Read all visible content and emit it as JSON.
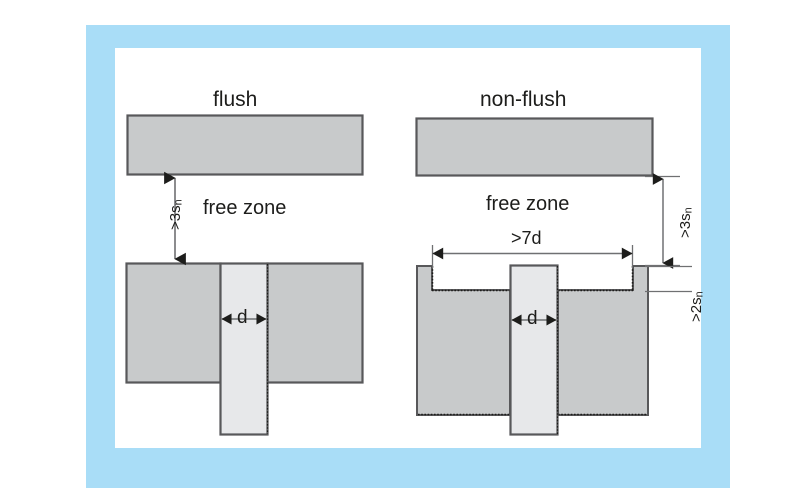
{
  "figure": {
    "type": "technical-diagram",
    "subject": "Mounting free-zone requirements for flush and non-flush inductive sensors",
    "background_color": "#ffffff",
    "frame_color": "#a9ddf7",
    "canvas_color": "#ffffff",
    "block_fill": "#c8cacb",
    "probe_fill": "#e7e8ea",
    "outline_color": "#58585a",
    "dim_color": "#1d1d1b"
  },
  "panels": [
    {
      "id": "flush",
      "title": "flush",
      "free_zone_label": "free zone",
      "vertical_clearance": {
        "text": ">3s",
        "sub": "n",
        "full": ">3sn",
        "rotated": true
      },
      "probe_label": "d",
      "has_recess": false
    },
    {
      "id": "non-flush",
      "title": "non-flush",
      "free_zone_label": "free zone",
      "vertical_clearance": {
        "text": ">3s",
        "sub": "n",
        "full": ">3sn",
        "rotated": true
      },
      "lateral_clearance": {
        "text": ">7d",
        "full": ">7d",
        "rotated": false
      },
      "recess_depth": {
        "text": ">2s",
        "sub": "n",
        "full": ">2sn",
        "rotated": true
      },
      "probe_label": "d",
      "has_recess": true
    }
  ],
  "labels": {
    "flush_title": "flush",
    "nonflush_title": "non-flush",
    "free_zone_left": "free zone",
    "free_zone_right": "free zone",
    "d_left": "d",
    "d_right": "d",
    "gap3sn_left": ">3s",
    "gap3sn_left_sub": "n",
    "gap3sn_right": ">3s",
    "gap3sn_right_sub": "n",
    "gap2sn": ">2s",
    "gap2sn_sub": "n",
    "width7d": ">7d"
  }
}
